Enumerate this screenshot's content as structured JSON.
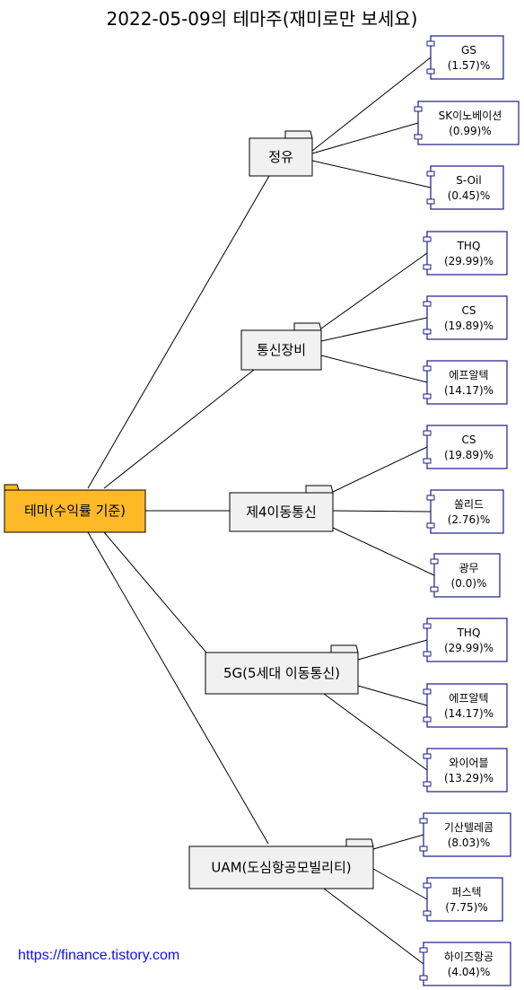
{
  "title": "2022-05-09의 테마주(재미로만 보세요)",
  "source_url": "https://finance.tistory.com",
  "colors": {
    "root_fill": "#fdba26",
    "category_fill": "#f1f1f1",
    "stock_border": "#1a1a88",
    "line": "#000000"
  },
  "root": {
    "label": "테마(수익률 기준)"
  },
  "categories": [
    {
      "label": "정유",
      "stocks": [
        {
          "name": "GS",
          "pct": "(1.57)%"
        },
        {
          "name": "SK이노베이션",
          "pct": "(0.99)%"
        },
        {
          "name": "S-Oil",
          "pct": "(0.45)%"
        }
      ]
    },
    {
      "label": "통신장비",
      "stocks": [
        {
          "name": "THQ",
          "pct": "(29.99)%"
        },
        {
          "name": "CS",
          "pct": "(19.89)%"
        },
        {
          "name": "에프알텍",
          "pct": "(14.17)%"
        }
      ]
    },
    {
      "label": "제4이동통신",
      "stocks": [
        {
          "name": "CS",
          "pct": "(19.89)%"
        },
        {
          "name": "쏠리드",
          "pct": "(2.76)%"
        },
        {
          "name": "광무",
          "pct": "(0.0)%"
        }
      ]
    },
    {
      "label": "5G(5세대 이동통신)",
      "stocks": [
        {
          "name": "THQ",
          "pct": "(29.99)%"
        },
        {
          "name": "에프알텍",
          "pct": "(14.17)%"
        },
        {
          "name": "와이어블",
          "pct": "(13.29)%"
        }
      ]
    },
    {
      "label": "UAM(도심항공모빌리티)",
      "stocks": [
        {
          "name": "기산텔레콤",
          "pct": "(8.03)%"
        },
        {
          "name": "퍼스텍",
          "pct": "(7.75)%"
        },
        {
          "name": "하이즈항공",
          "pct": "(4.04)%"
        }
      ]
    }
  ]
}
